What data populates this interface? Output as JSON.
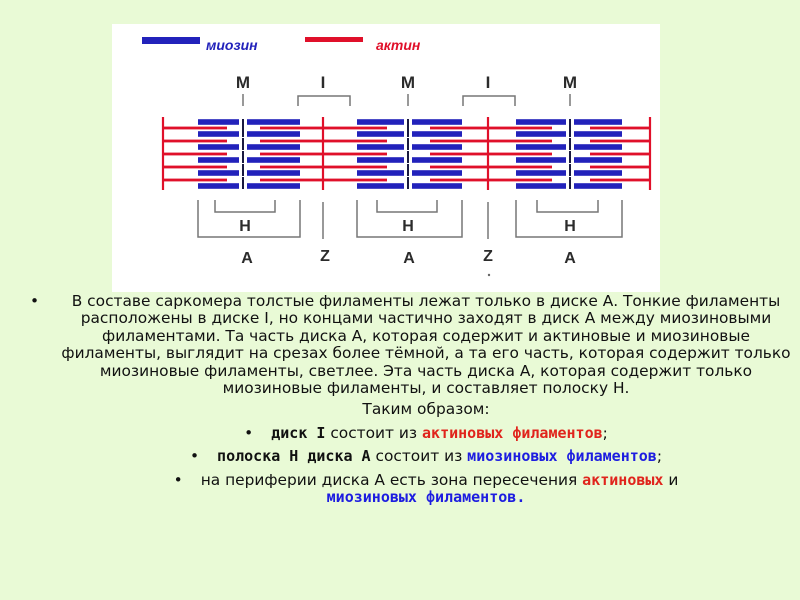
{
  "diagram": {
    "legend": {
      "myosin": "миозин",
      "actin": "актин"
    },
    "top_labels": [
      "M",
      "I",
      "M",
      "I",
      "M"
    ],
    "h_labels": [
      "H",
      "H",
      "H"
    ],
    "a_labels": [
      "A",
      "A",
      "A"
    ],
    "z_labels": [
      "Z",
      "Z"
    ],
    "colors": {
      "myosin": "#2222bb",
      "actin": "#e0102a",
      "line": "#777777",
      "marker": "#1a1a40"
    }
  },
  "text": {
    "paragraph": "В составе саркомера толстые филаменты лежат только в диске А. Тонкие филаменты расположены в диске I, но концами частично заходят в диск А между миозиновыми филаментами. Та часть диска А, которая содержит и актиновые и миозиновые филаменты, выглядит на срезах более тёмной, а та его часть, которая содержит только миозиновые филаменты, светлее. Эта часть диска А, которая содержит только миозиновые филаменты, и составляет полоску Н.",
    "thus": "Таким образом:",
    "item1": {
      "term": "диск I",
      "mid": "состоит из",
      "hl": "актиновых филаментов",
      "end": ";"
    },
    "item2": {
      "term": "полоска Н диска А",
      "mid": "состоит из",
      "hl": "миозиновых филаментов",
      "end": ";"
    },
    "item3": {
      "pre": "на периферии диска А есть зона пересечения",
      "hl1": "актиновых",
      "and": "и",
      "hl2": "миозиновых филаментов",
      "end": "."
    }
  }
}
